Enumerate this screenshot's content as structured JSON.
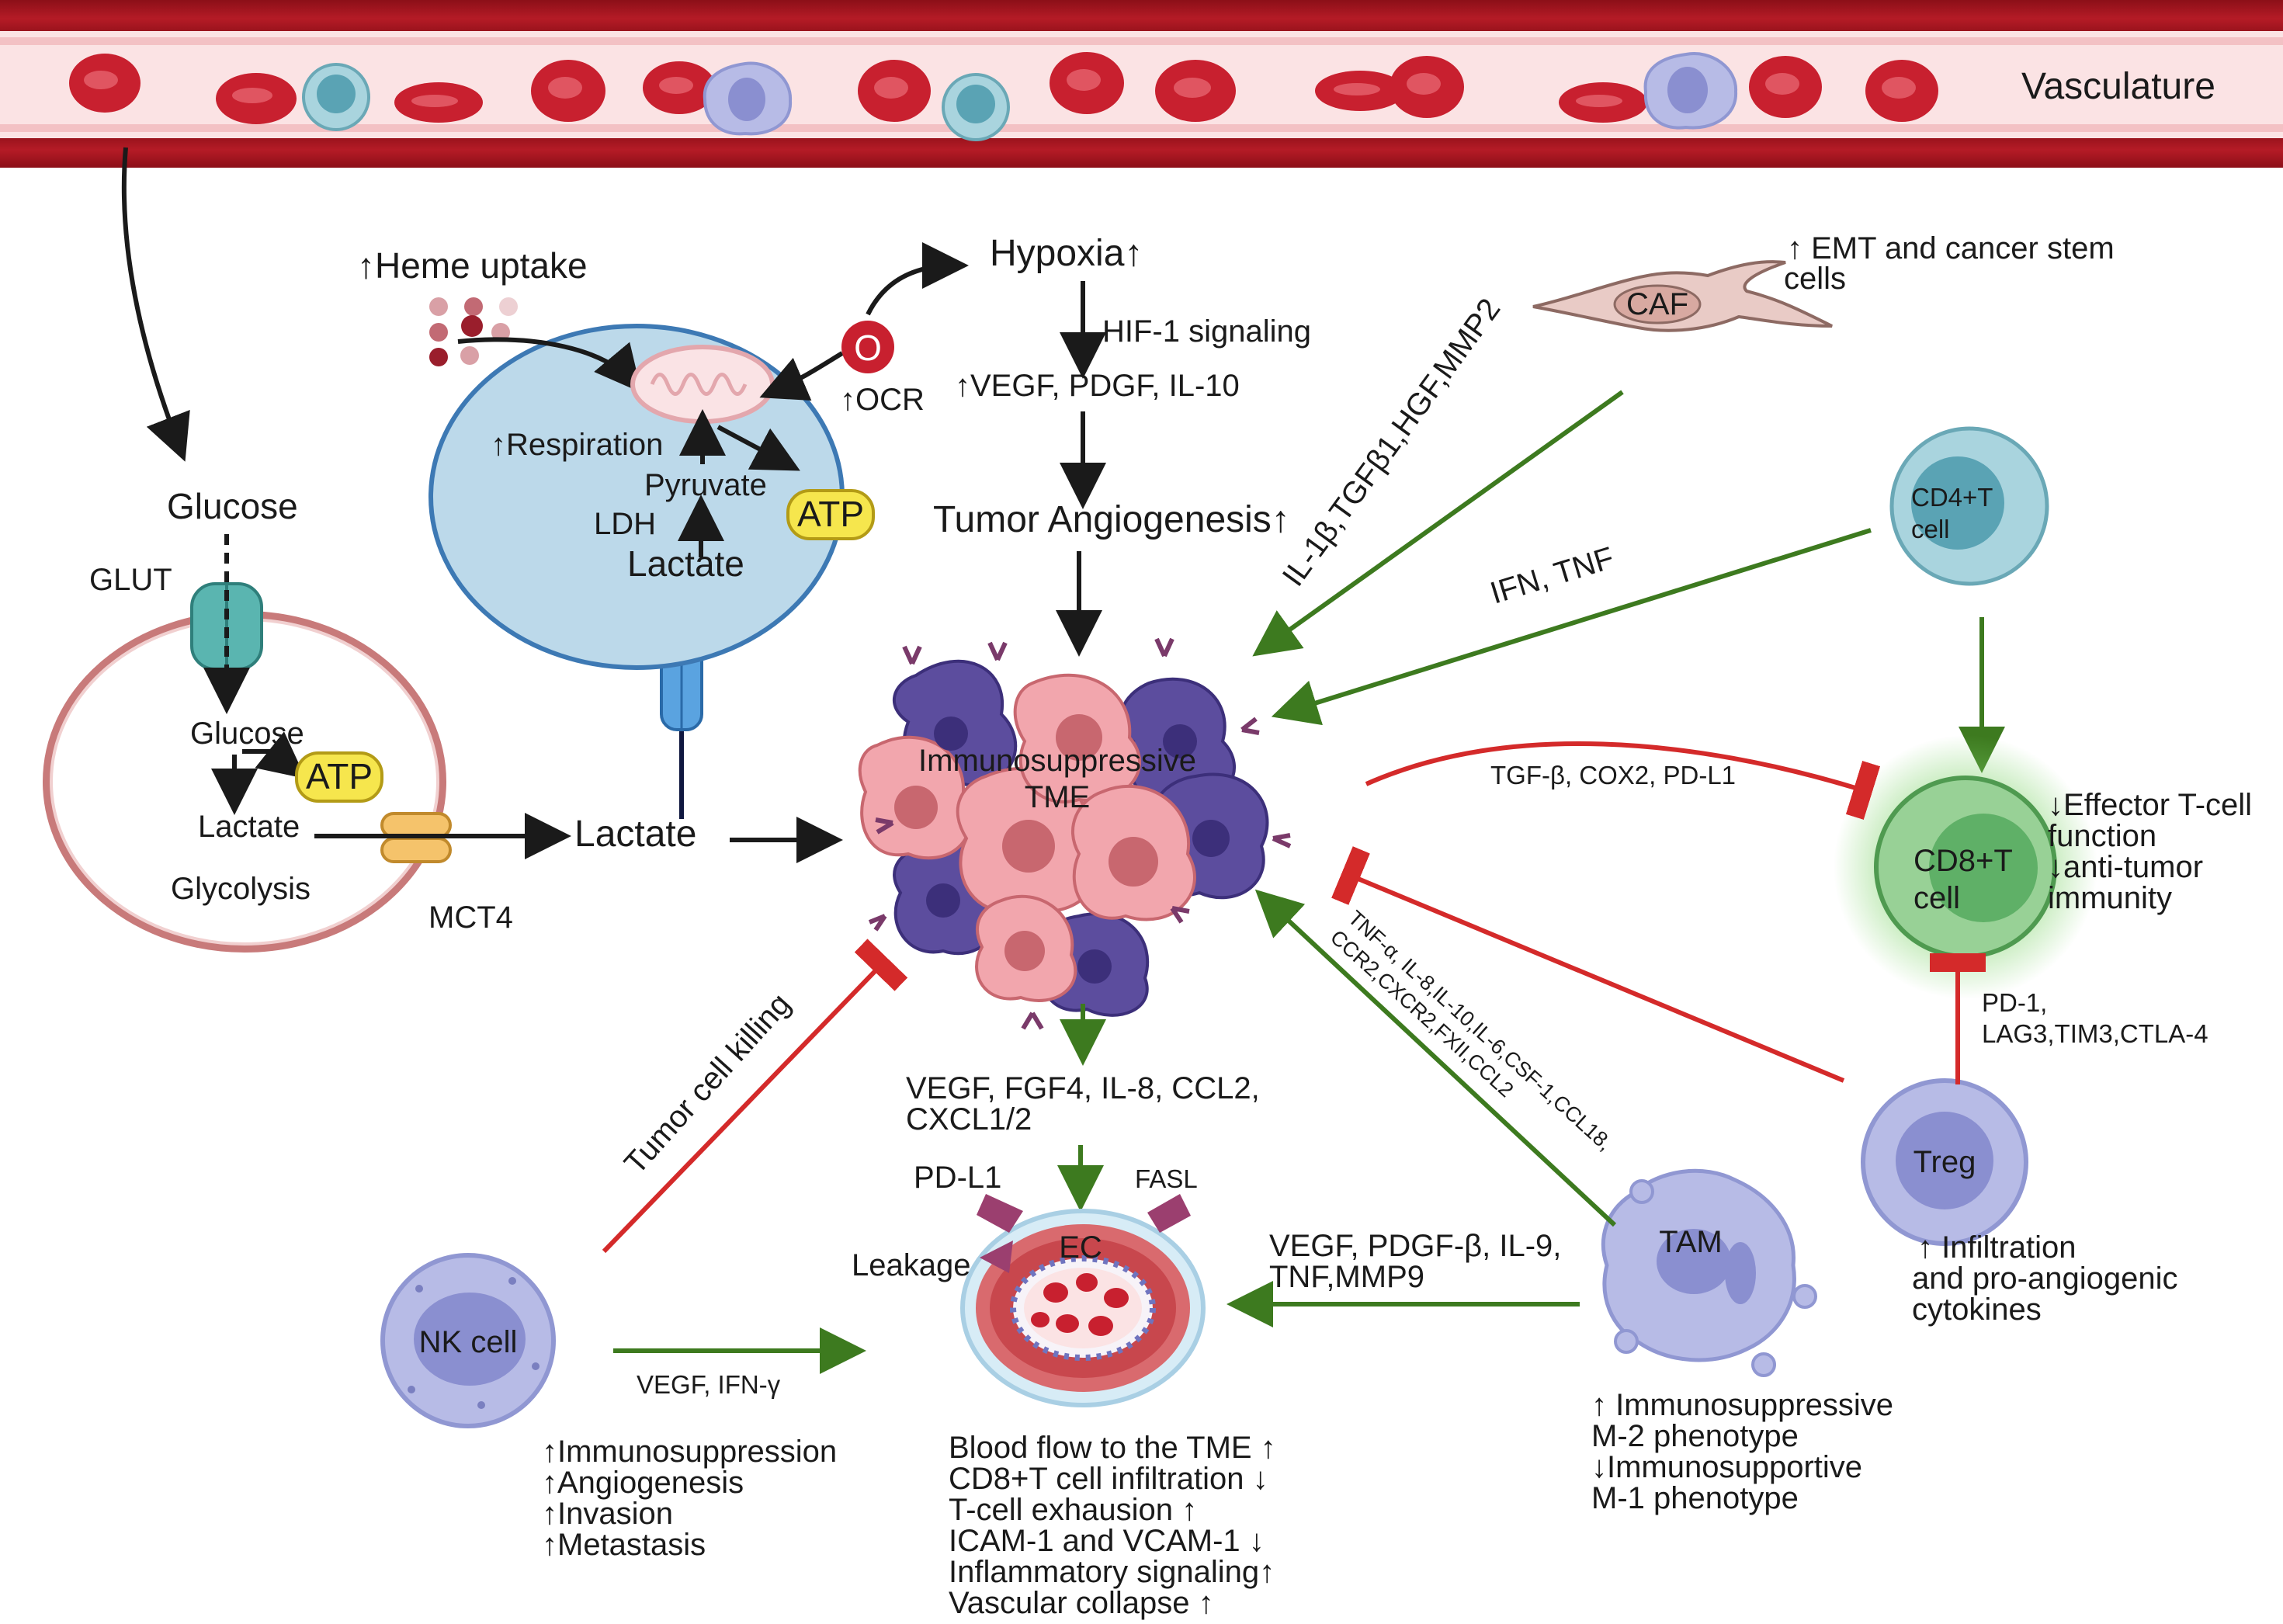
{
  "vasculature": {
    "label": "Vasculature"
  },
  "glycolysis_cell": {
    "glucose_outside": "Glucose",
    "glut": "GLUT",
    "glucose_inside": "Glucose",
    "atp": "ATP",
    "lactate": "Lactate",
    "glycolysis": "Glycolysis",
    "mct4": "MCT4",
    "lactate_out": "Lactate"
  },
  "oxidative_cell": {
    "heme_uptake": "↑Heme uptake",
    "respiration": "↑Respiration",
    "pyruvate": "Pyruvate",
    "ldh": "LDH",
    "lactate": "Lactate",
    "atp": "ATP",
    "oxygen": "O",
    "ocr": "↑OCR"
  },
  "hypoxia_path": {
    "hypoxia": "Hypoxia↑",
    "hif": "HIF-1 signaling",
    "factors": "↑VEGF, PDGF, IL-10",
    "angiogenesis": "Tumor Angiogenesis↑"
  },
  "tme": {
    "line1": "Immunosuppressive",
    "line2": "TME"
  },
  "caf": {
    "label": "CAF",
    "effect_line1": "↑ EMT and cancer stem",
    "effect_line2": "cells",
    "factors": "IL-1β,TGFβ1,HGF,MMP2"
  },
  "cd4": {
    "line1": "CD4+T",
    "line2": "cell",
    "factors": "IFN, TNF"
  },
  "cd8": {
    "line1": "CD8+T",
    "line2": "cell",
    "effect_line1": "↓Effector T-cell",
    "effect_line2": "function",
    "effect_line3": "↓anti-tumor",
    "effect_line4": "immunity",
    "inhibitors": "TGF-β, COX2, PD-L1"
  },
  "treg": {
    "label": "Treg",
    "checkpoints_line1": "PD-1,",
    "checkpoints_line2": "LAG3,TIM3,CTLA-4",
    "effect_line1": "↑ Infiltration",
    "effect_line2": "and pro-angiogenic",
    "effect_line3": "cytokines"
  },
  "tam": {
    "label": "TAM",
    "factors_line1": "TNF-α, IL-8,IL-10,IL-6,CSF-1,CCL18,",
    "factors_line2": "CCR2,CXCR2,FXII,CCL2",
    "ec_factors_line1": "VEGF, PDGF-β, IL-9,",
    "ec_factors_line2": "TNF,MMP9",
    "effect_line1": "↑ Immunosuppressive",
    "effect_line2": "M-2 phenotype",
    "effect_line3": "↓Immunosupportive",
    "effect_line4": "M-1 phenotype"
  },
  "nk": {
    "label": "NK cell",
    "killing": "Tumor cell killing",
    "factors": "VEGF, IFN-γ",
    "effects": [
      "↑Immunosuppression",
      "↑Angiogenesis",
      "↑Invasion",
      "↑Metastasis"
    ]
  },
  "endothelium": {
    "tumor_factors_line1": "VEGF, FGF4, IL-8, CCL2,",
    "tumor_factors_line2": "CXCL1/2",
    "pdl1": "PD-L1",
    "fasl": "FASL",
    "leakage": "Leakage",
    "ec": "EC",
    "effects": [
      "Blood flow to the TME ↑",
      "CD8+T cell infiltration ↓",
      "T-cell exhausion ↑",
      "ICAM-1 and VCAM-1 ↓",
      "Inflammatory signaling↑",
      "Vascular collapse ↑"
    ]
  },
  "colors": {
    "activation_arrow": "#3d7a1f",
    "inhibition_line": "#d42a2a",
    "vessel_red": "#a3151f",
    "rbc": "#c8202f",
    "cell_blue": "#bcd9ea",
    "atp_yellow": "#f6e64d"
  }
}
